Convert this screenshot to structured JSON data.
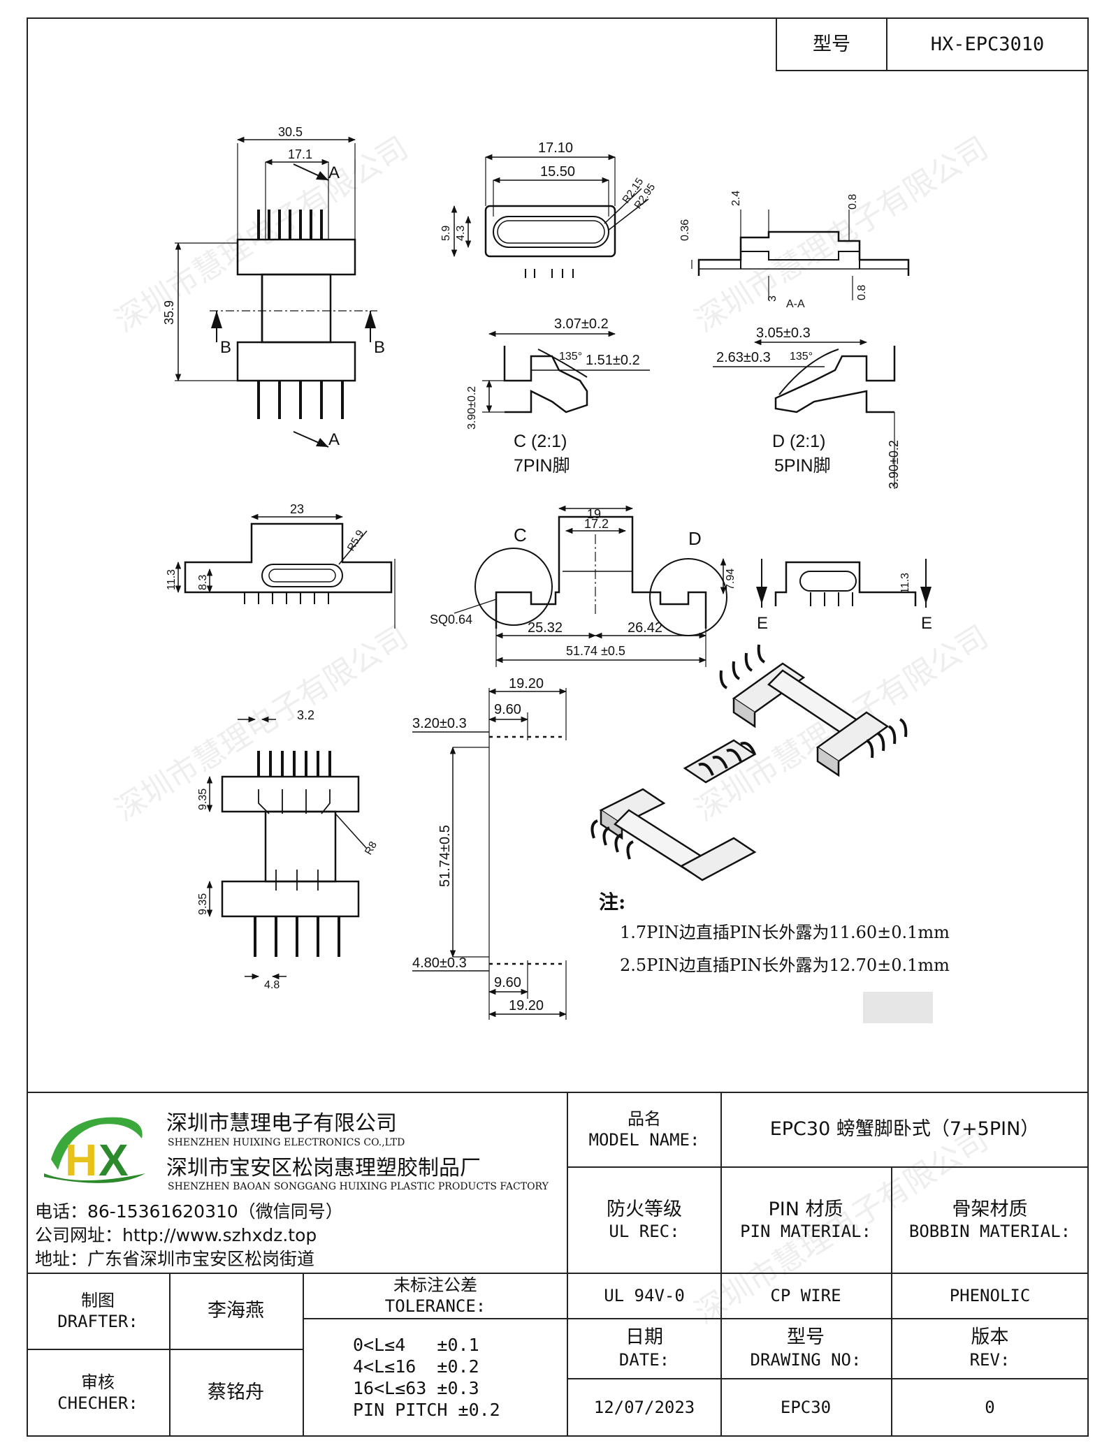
{
  "header": {
    "model_label": "型号",
    "model_value": "HX-EPC3010"
  },
  "drawing": {
    "views": {
      "a_a": "A-A",
      "section_a": "A",
      "section_b": "B",
      "section_e": "E",
      "detail_c_label": "C",
      "detail_d_label": "D",
      "view_c_title": "C  (2:1)",
      "view_c_sub": "7PIN脚",
      "view_d_title": "D  (2:1)",
      "view_d_sub": "5PIN脚"
    },
    "dims": {
      "d30_5": "30.5",
      "d17_1": "17.1",
      "d35_9": "35.9",
      "d17_10": "17.10",
      "d15_50": "15.50",
      "d5_9": "5.9",
      "d4_3": "4.3",
      "r2_15": "R2.15",
      "r2_95": "R2.95",
      "d0_36": "0.36",
      "d2_4": "2.4",
      "d0_8a": "0.8",
      "d0_8b": "0.8",
      "d3": "3",
      "d3_07": "3.07±0.2",
      "d1_51": "1.51±0.2",
      "a135a": "135°",
      "d3_90a": "3.90±0.2",
      "d3_05": "3.05±0.3",
      "d2_63": "2.63±0.3",
      "a135b": "135°",
      "d3_90b": "3.90±0.2",
      "d23": "23",
      "r5_9": "R5.9",
      "d11_3a": "11.3",
      "d8_3": "8.3",
      "d19": "19",
      "d17_2": "17.2",
      "d7_94": "7.94",
      "sq": "SQ0.64",
      "d25_32": "25.32",
      "d26_42": "26.42",
      "d51_74": "51.74 ±0.5",
      "d11_3b": "11.3",
      "d3_2": "3.2",
      "d9_35a": "9.35",
      "d9_35b": "9.35",
      "r8": "R8",
      "d4_8": "4.8",
      "d19_20a": "19.20",
      "d9_60a": "9.60",
      "d3_20": "3.20±0.3",
      "d51_74v": "51.74±0.5",
      "d4_80": "4.80±0.3",
      "d9_60b": "9.60",
      "d19_20b": "19.20"
    },
    "notes": {
      "title": "注:",
      "line1": "1.7PIN边直插PIN长外露为11.60±0.1mm",
      "line2": "2.5PIN边直插PIN长外露为12.70±0.1mm"
    }
  },
  "title_block": {
    "company_cn": "深圳市慧理电子有限公司",
    "company_en": "SHENZHEN HUIXING ELECTRONICS CO.,LTD",
    "factory_cn": "深圳市宝安区松岗惠理塑胶制品厂",
    "factory_en": "SHENZHEN BAOAN SONGGANG HUIXING PLASTIC PRODUCTS FACTORY",
    "phone": "电话：86-15361620310（微信同号）",
    "website": "公司网址：http://www.szhxdz.top",
    "address": "地址：广东省深圳市宝安区松岗街道",
    "logo_h": "H",
    "logo_x": "X",
    "product_name_cn": "品名",
    "product_name_en": "MODEL NAME:",
    "product_name_value": "EPC30 螃蟹脚卧式（7+5PIN）",
    "ul_cn": "防火等级",
    "ul_en": "UL REC:",
    "pin_cn": "PIN 材质",
    "pin_en": "PIN MATERIAL:",
    "bobbin_cn": "骨架材质",
    "bobbin_en": "BOBBIN MATERIAL:",
    "ul_value": "UL 94V-0",
    "pin_value": "CP WIRE",
    "bobbin_value": "PHENOLIC",
    "drafter_cn": "制图",
    "drafter_en": "DRAFTER:",
    "drafter_name": "李海燕",
    "checker_cn": "审核",
    "checker_en": "CHECHER:",
    "checker_name": "蔡铭舟",
    "tol_cn": "未标注公差",
    "tol_en": "TOLERANCE:",
    "tol_lines": [
      "0<L≤4   ±0.1",
      "4<L≤16  ±0.2",
      "16<L≤63 ±0.3",
      "PIN PITCH ±0.2"
    ],
    "date_cn": "日期",
    "date_en": "DATE:",
    "drawno_cn": "型号",
    "drawno_en": "DRAWING NO:",
    "rev_cn": "版本",
    "rev_en": "REV:",
    "date_value": "12/07/2023",
    "drawno_value": "EPC30",
    "rev_value": "0"
  },
  "watermark": "深圳市慧理电子有限公司"
}
